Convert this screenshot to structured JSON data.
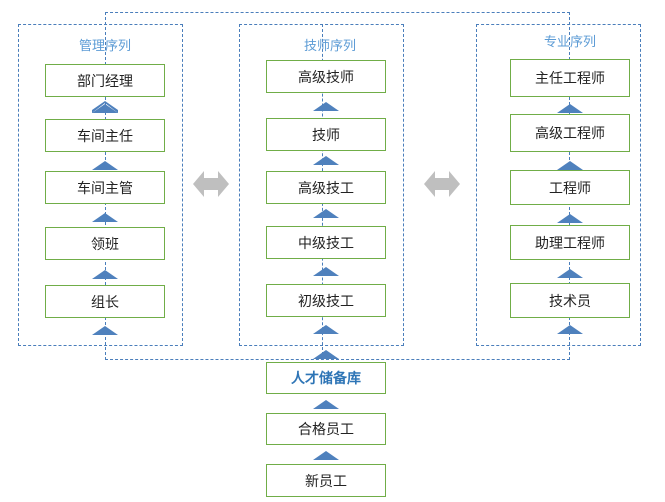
{
  "columns": [
    {
      "title": "管理序列",
      "items": [
        "部门经理",
        "车间主任",
        "车间主管",
        "领班",
        "组长"
      ]
    },
    {
      "title": "技师序列",
      "items": [
        "高级技师",
        "技师",
        "高级技工",
        "中级技工",
        "初级技工"
      ]
    },
    {
      "title": "专业序列",
      "items": [
        "主任工程师",
        "高级工程师",
        "工程师",
        "助理工程师",
        "技术员"
      ]
    }
  ],
  "talent_pool": "人才储备库",
  "qualified_employee": "合格员工",
  "new_employee": "新员工",
  "colors": {
    "box_border": "#70ad47",
    "dash": "#4a7ebb",
    "arrow": "#4f81bd",
    "double_arrow": "#bfbfbf",
    "title": "#5b9bd5",
    "pool_text": "#2e75b6"
  },
  "icons": {
    "up_arrow": "chevron-up-icon",
    "transfer": "double-arrow-icon"
  }
}
